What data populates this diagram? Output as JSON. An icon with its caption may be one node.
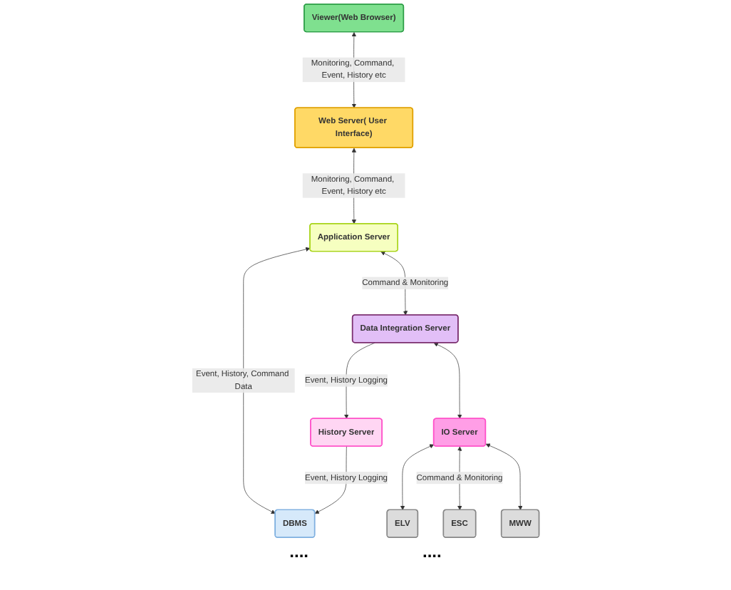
{
  "diagram": {
    "nodes": [
      {
        "text": [
          "Viewer(Web Browser)"
        ]
      },
      {
        "text": [
          "Web Server( User Interface)"
        ]
      },
      {
        "text": [
          "Application Server"
        ]
      },
      {
        "text": [
          "DBMS"
        ]
      },
      {
        "text": [
          "History Server"
        ]
      },
      {
        "text": [
          "Data Integration Server"
        ]
      },
      {
        "text": [
          "IO Server"
        ]
      },
      {
        "text": [
          "ELV"
        ]
      },
      {
        "text": [
          "ESC"
        ]
      },
      {
        "text": [
          "MWW"
        ]
      }
    ],
    "edges": [
      {
        "from": 0,
        "to": 1,
        "arrow": "both",
        "label": "Monitoring, Command, Event, History etc"
      },
      {
        "from": 1,
        "to": 2,
        "arrow": "both",
        "label": "Monitoring, Command, Event, History etc"
      },
      {
        "from": 2,
        "to": 3,
        "arrow": "both",
        "label": "Event, History, Command Data"
      },
      {
        "from": 4,
        "to": 3,
        "arrow": "to",
        "label": "Event, History Logging"
      },
      {
        "from": 2,
        "to": 5,
        "arrow": "both",
        "label": "Command & Monitoring"
      },
      {
        "from": 5,
        "to": 4,
        "arrow": "to",
        "label": "Event, History Logging"
      },
      {
        "from": 5,
        "to": 6,
        "arrow": "both"
      },
      {
        "from": 6,
        "to": 7,
        "arrow": "both"
      },
      {
        "from": 6,
        "to": 8,
        "arrow": "both",
        "label": "Command & Monitoring"
      },
      {
        "from": 6,
        "to": 9,
        "arrow": "both"
      }
    ],
    "labels": [
      "....",
      "...."
    ]
  }
}
